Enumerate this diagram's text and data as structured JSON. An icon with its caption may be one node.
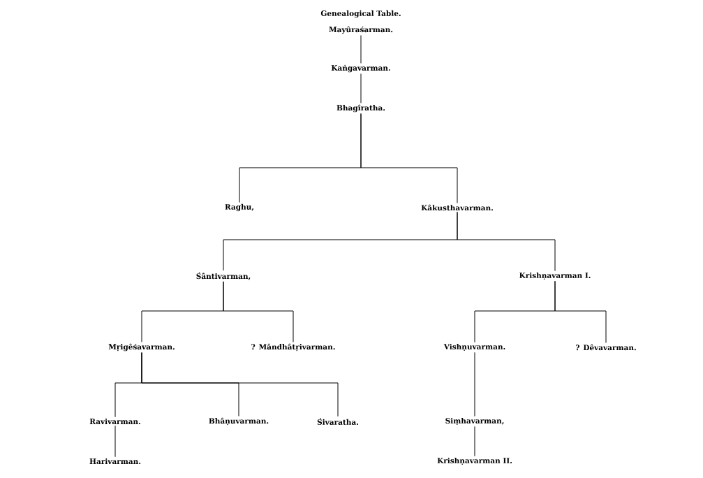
{
  "diagram": {
    "title": "Genealogical Table.",
    "nodes": [
      {
        "text": [
          "Mayûraśarman."
        ]
      },
      {
        "text": [
          "Kaṅgavarman."
        ]
      },
      {
        "text": [
          "Bhagîratha."
        ]
      },
      {
        "text": [
          "Raghu,"
        ]
      },
      {
        "text": [
          "Kâkusthavarman."
        ]
      },
      {
        "text": [
          "Śântivarman,"
        ]
      },
      {
        "text": [
          "Krishṇavarman I."
        ]
      },
      {
        "text": [
          "Mṛigêśavarman."
        ]
      },
      {
        "text": [
          "? Mândhâtṛivarman."
        ]
      },
      {
        "text": [
          "Vishṇuvarman."
        ]
      },
      {
        "text": [
          "? Dêvavarman."
        ]
      },
      {
        "text": [
          "Ravivarman."
        ]
      },
      {
        "text": [
          "Bhâṇuvarman."
        ]
      },
      {
        "text": [
          "Śivaratha."
        ]
      },
      {
        "text": [
          "Siṃhavarman,"
        ]
      },
      {
        "text": [
          "Harivarman."
        ]
      },
      {
        "text": [
          "Krishṇavarman II."
        ]
      }
    ],
    "edges": [
      {
        "from": 0,
        "to": 1,
        "arrow": "none"
      },
      {
        "from": 1,
        "to": 2,
        "arrow": "none"
      },
      {
        "from": 2,
        "to": 3,
        "arrow": "none"
      },
      {
        "from": 2,
        "to": 4,
        "arrow": "none"
      },
      {
        "from": 4,
        "to": 5,
        "arrow": "none"
      },
      {
        "from": 4,
        "to": 6,
        "arrow": "none"
      },
      {
        "from": 5,
        "to": 7,
        "arrow": "none"
      },
      {
        "from": 5,
        "to": 8,
        "arrow": "none"
      },
      {
        "from": 6,
        "to": 9,
        "arrow": "none"
      },
      {
        "from": 6,
        "to": 10,
        "arrow": "none"
      },
      {
        "from": 7,
        "to": 11,
        "arrow": "none"
      },
      {
        "from": 7,
        "to": 12,
        "arrow": "none"
      },
      {
        "from": 7,
        "to": 13,
        "arrow": "none"
      },
      {
        "from": 9,
        "to": 14,
        "arrow": "none"
      },
      {
        "from": 11,
        "to": 15,
        "arrow": "none"
      },
      {
        "from": 14,
        "to": 16,
        "arrow": "none"
      }
    ]
  }
}
